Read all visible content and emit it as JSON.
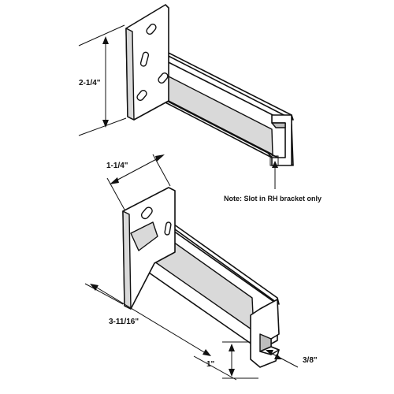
{
  "top_bracket": {
    "height_dimension": "2-1/4\""
  },
  "bottom_bracket": {
    "width_dimension": "1-1/4\"",
    "length_dimension": "3-11/16\"",
    "channel_height_dimension": "1\"",
    "channel_width_dimension": "3/8\""
  },
  "note": "Note: Slot in RH bracket only"
}
